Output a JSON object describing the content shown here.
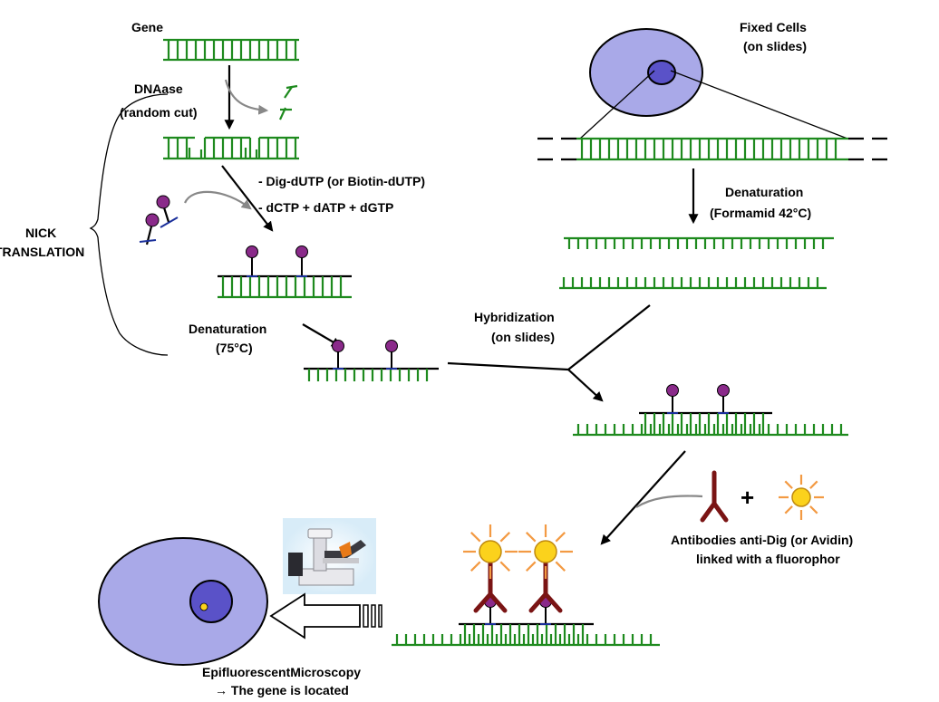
{
  "labels": {
    "gene": "Gene",
    "dnaase": "DNAase",
    "random_cut": "(random cut)",
    "dig_dutp": "- Dig-dUTP (or Biotin-dUTP)",
    "dctp": "- dCTP + dATP + dGTP",
    "nick": "NICK",
    "translation": "TRANSLATION",
    "denat_75_1": "Denaturation",
    "denat_75_2": "(75°C)",
    "fixed_cells_1": "Fixed Cells",
    "fixed_cells_2": "(on slides)",
    "denat_form_1": "Denaturation",
    "denat_form_2": "(Formamid 42°C)",
    "hybrid_1": "Hybridization",
    "hybrid_2": "(on slides)",
    "plus": "+",
    "antibodies_1": "Antibodies anti-Dig (or Avidin)",
    "antibodies_2": "linked with a fluorophor",
    "epi_1": "EpifluorescentMicroscopy",
    "epi_2": "→ The gene is located"
  },
  "colors": {
    "dna_green": "#1e8a1e",
    "probe_purple": "#8a2a8a",
    "cell_fill": "#a9a9e8",
    "nucleus_fill": "#5a52c8",
    "antibody_red": "#7a1414",
    "fluor_yellow": "#fbd21c",
    "ray_orange": "#f39a43"
  }
}
